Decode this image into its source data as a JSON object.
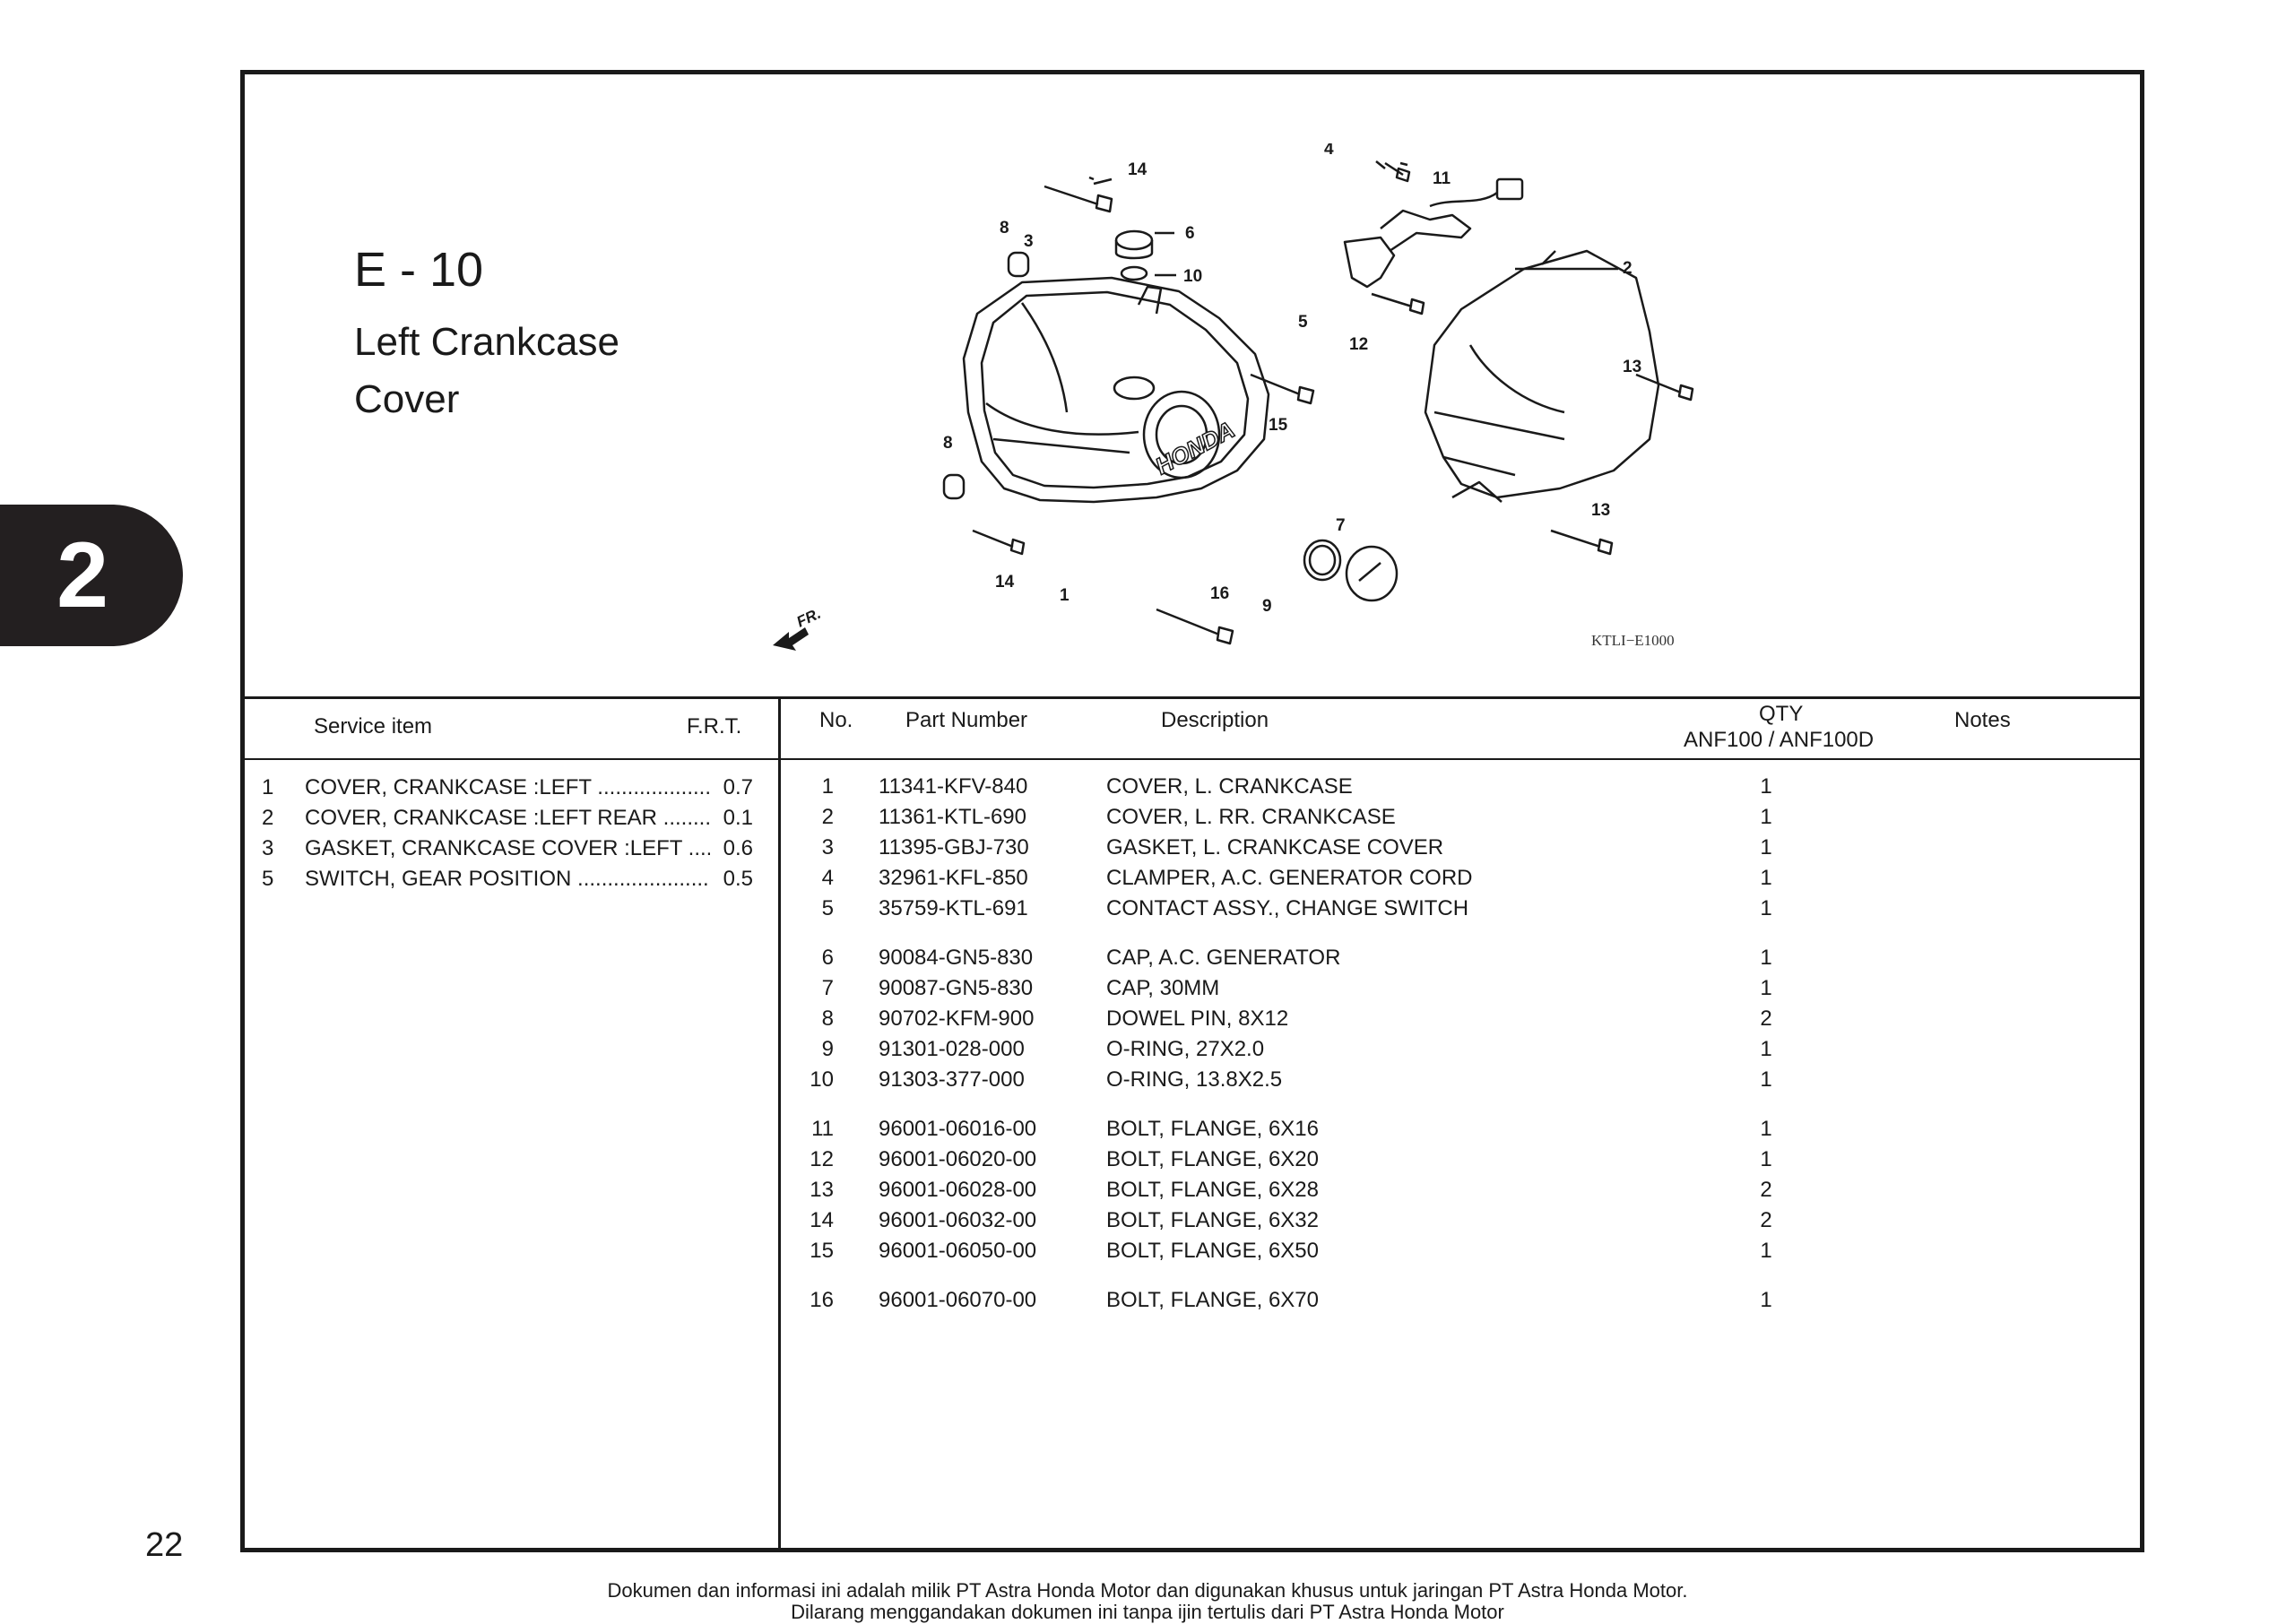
{
  "section_tab": "2",
  "page_code": "E - 10",
  "page_title_lines": [
    "Left Crankcase",
    "Cover"
  ],
  "diagram": {
    "ref_code": "KTLI−E1000",
    "fr_label": "FR.",
    "brand_mark": "HONDA",
    "callouts": [
      "1",
      "2",
      "3",
      "4",
      "5",
      "6",
      "7",
      "8",
      "8",
      "9",
      "10",
      "11",
      "12",
      "13",
      "13",
      "14",
      "14",
      "15",
      "16"
    ]
  },
  "service_table": {
    "headers": {
      "item": "Service item",
      "frt": "F.R.T."
    },
    "rows": [
      {
        "no": "1",
        "item": "COVER, CRANKCASE :LEFT",
        "frt": "0.7"
      },
      {
        "no": "2",
        "item": "COVER, CRANKCASE :LEFT REAR",
        "frt": "0.1"
      },
      {
        "no": "3",
        "item": "GASKET, CRANKCASE COVER :LEFT",
        "frt": "0.6"
      },
      {
        "no": "5",
        "item": "SWITCH, GEAR POSITION",
        "frt": "0.5"
      }
    ]
  },
  "parts_table": {
    "headers": {
      "no": "No.",
      "part_number": "Part Number",
      "description": "Description",
      "qty": "QTY",
      "qty_models": "ANF100 / ANF100D",
      "notes": "Notes"
    },
    "rows": [
      {
        "no": "1",
        "part_number": "11341-KFV-840",
        "description": "COVER, L. CRANKCASE",
        "qty": "1"
      },
      {
        "no": "2",
        "part_number": "11361-KTL-690",
        "description": "COVER, L. RR. CRANKCASE",
        "qty": "1"
      },
      {
        "no": "3",
        "part_number": "11395-GBJ-730",
        "description": "GASKET, L. CRANKCASE COVER",
        "qty": "1"
      },
      {
        "no": "4",
        "part_number": "32961-KFL-850",
        "description": "CLAMPER, A.C. GENERATOR CORD",
        "qty": "1"
      },
      {
        "no": "5",
        "part_number": "35759-KTL-691",
        "description": "CONTACT ASSY., CHANGE SWITCH",
        "qty": "1"
      },
      {
        "no": "6",
        "part_number": "90084-GN5-830",
        "description": "CAP, A.C. GENERATOR",
        "qty": "1"
      },
      {
        "no": "7",
        "part_number": "90087-GN5-830",
        "description": "CAP, 30MM",
        "qty": "1"
      },
      {
        "no": "8",
        "part_number": "90702-KFM-900",
        "description": "DOWEL PIN, 8X12",
        "qty": "2"
      },
      {
        "no": "9",
        "part_number": "91301-028-000",
        "description": "O-RING, 27X2.0",
        "qty": "1"
      },
      {
        "no": "10",
        "part_number": "91303-377-000",
        "description": "O-RING, 13.8X2.5",
        "qty": "1"
      },
      {
        "no": "11",
        "part_number": "96001-06016-00",
        "description": "BOLT, FLANGE, 6X16",
        "qty": "1"
      },
      {
        "no": "12",
        "part_number": "96001-06020-00",
        "description": "BOLT, FLANGE, 6X20",
        "qty": "1"
      },
      {
        "no": "13",
        "part_number": "96001-06028-00",
        "description": "BOLT, FLANGE, 6X28",
        "qty": "2"
      },
      {
        "no": "14",
        "part_number": "96001-06032-00",
        "description": "BOLT, FLANGE, 6X32",
        "qty": "2"
      },
      {
        "no": "15",
        "part_number": "96001-06050-00",
        "description": "BOLT, FLANGE, 6X50",
        "qty": "1"
      },
      {
        "no": "16",
        "part_number": "96001-06070-00",
        "description": "BOLT, FLANGE, 6X70",
        "qty": "1"
      }
    ]
  },
  "page_number": "22",
  "footer": {
    "line1": "Dokumen dan informasi ini adalah milik PT Astra Honda Motor dan digunakan khusus untuk jaringan PT Astra Honda Motor.",
    "line2": "Dilarang menggandakan dokumen ini tanpa ijin tertulis dari PT Astra Honda Motor"
  }
}
